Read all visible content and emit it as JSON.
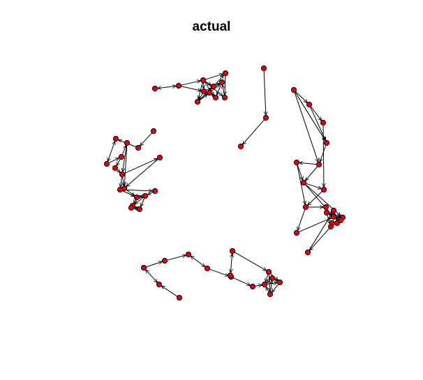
{
  "title": "actual",
  "colors": {
    "node_fill": "#e3000f",
    "node_stroke": "#000000",
    "edge": "#000000",
    "background": "#ffffff"
  },
  "graph": {
    "nodes": [
      {
        "id": "n1"
      },
      {
        "id": "n2"
      },
      {
        "id": "n3"
      },
      {
        "id": "n4"
      },
      {
        "id": "n5"
      },
      {
        "id": "n6"
      },
      {
        "id": "n7"
      },
      {
        "id": "n8"
      },
      {
        "id": "n9"
      },
      {
        "id": "n10"
      },
      {
        "id": "n11"
      },
      {
        "id": "n12"
      },
      {
        "id": "n13"
      },
      {
        "id": "n14"
      },
      {
        "id": "n15"
      },
      {
        "id": "n16"
      },
      {
        "id": "n17"
      },
      {
        "id": "n18"
      },
      {
        "id": "n19"
      },
      {
        "id": "n20"
      },
      {
        "id": "n21"
      },
      {
        "id": "n22"
      },
      {
        "id": "n23"
      },
      {
        "id": "n24"
      },
      {
        "id": "n25"
      },
      {
        "id": "n26"
      },
      {
        "id": "n27"
      },
      {
        "id": "n28"
      },
      {
        "id": "n29"
      },
      {
        "id": "n30"
      },
      {
        "id": "n31"
      },
      {
        "id": "n32"
      },
      {
        "id": "n33"
      },
      {
        "id": "n34"
      },
      {
        "id": "n35"
      },
      {
        "id": "n36"
      },
      {
        "id": "n37"
      },
      {
        "id": "n38"
      },
      {
        "id": "n39"
      },
      {
        "id": "n40"
      },
      {
        "id": "n41"
      },
      {
        "id": "n42"
      },
      {
        "id": "n43"
      },
      {
        "id": "n44"
      },
      {
        "id": "n45"
      },
      {
        "id": "n46"
      },
      {
        "id": "n47"
      },
      {
        "id": "n48"
      },
      {
        "id": "n49"
      },
      {
        "id": "n50"
      },
      {
        "id": "n51"
      },
      {
        "id": "n52"
      },
      {
        "id": "n53"
      },
      {
        "id": "n54"
      },
      {
        "id": "n55"
      },
      {
        "id": "n56"
      },
      {
        "id": "n57"
      },
      {
        "id": "n58"
      },
      {
        "id": "n59"
      },
      {
        "id": "n60"
      },
      {
        "id": "n61"
      },
      {
        "id": "n62"
      },
      {
        "id": "n63"
      },
      {
        "id": "n64"
      },
      {
        "id": "n65"
      },
      {
        "id": "n66"
      }
    ],
    "edges": [
      {
        "from": "n1",
        "to": "n2",
        "both": true
      },
      {
        "from": "n2",
        "to": "n3"
      },
      {
        "from": "n3",
        "to": "n4"
      },
      {
        "from": "n3",
        "to": "n5"
      },
      {
        "from": "n3",
        "to": "n6"
      },
      {
        "from": "n3",
        "to": "n7"
      },
      {
        "from": "n3",
        "to": "n8"
      },
      {
        "from": "n4",
        "to": "n5"
      },
      {
        "from": "n4",
        "to": "n9"
      },
      {
        "from": "n5",
        "to": "n6"
      },
      {
        "from": "n6",
        "to": "n7"
      },
      {
        "from": "n7",
        "to": "n10"
      },
      {
        "from": "n10",
        "to": "n8"
      },
      {
        "from": "n9",
        "to": "n10"
      },
      {
        "from": "n5",
        "to": "n10"
      },
      {
        "from": "n8",
        "to": "n9"
      },
      {
        "from": "n2",
        "to": "n11"
      },
      {
        "from": "n11",
        "to": "n4"
      },
      {
        "from": "n11",
        "to": "n10"
      },
      {
        "from": "n3",
        "to": "n11"
      },
      {
        "from": "n12",
        "to": "n13"
      },
      {
        "from": "n13",
        "to": "n14"
      },
      {
        "from": "n15",
        "to": "n16"
      },
      {
        "from": "n16",
        "to": "n17"
      },
      {
        "from": "n17",
        "to": "n18",
        "both": true
      },
      {
        "from": "n18",
        "to": "n19"
      },
      {
        "from": "n19",
        "to": "n20"
      },
      {
        "from": "n19",
        "to": "n21"
      },
      {
        "from": "n20",
        "to": "n22"
      },
      {
        "from": "n22",
        "to": "n23"
      },
      {
        "from": "n21",
        "to": "n22"
      },
      {
        "from": "n22",
        "to": "n24"
      },
      {
        "from": "n23",
        "to": "n24"
      },
      {
        "from": "n24",
        "to": "n25"
      },
      {
        "from": "n25",
        "to": "n26"
      },
      {
        "from": "n24",
        "to": "n27"
      },
      {
        "from": "n27",
        "to": "n28",
        "both": true
      },
      {
        "from": "n27",
        "to": "n29"
      },
      {
        "from": "n28",
        "to": "n30"
      },
      {
        "from": "n29",
        "to": "n31"
      },
      {
        "from": "n30",
        "to": "n31"
      },
      {
        "from": "n26",
        "to": "n28"
      },
      {
        "from": "n20",
        "to": "n24"
      },
      {
        "from": "n31",
        "to": "n29"
      },
      {
        "from": "n28",
        "to": "n29"
      },
      {
        "from": "n25",
        "to": "n27"
      },
      {
        "from": "n30",
        "to": "n29"
      },
      {
        "from": "n22",
        "to": "n25"
      },
      {
        "from": "n32",
        "to": "n33"
      },
      {
        "from": "n33",
        "to": "n34"
      },
      {
        "from": "n32",
        "to": "n35"
      },
      {
        "from": "n33",
        "to": "n35"
      },
      {
        "from": "n35",
        "to": "n36"
      },
      {
        "from": "n36",
        "to": "n37"
      },
      {
        "from": "n37",
        "to": "n38"
      },
      {
        "from": "n36",
        "to": "n38"
      },
      {
        "from": "n38",
        "to": "n39"
      },
      {
        "from": "n37",
        "to": "n40"
      },
      {
        "from": "n39",
        "to": "n40"
      },
      {
        "from": "n40",
        "to": "n41"
      },
      {
        "from": "n41",
        "to": "n42"
      },
      {
        "from": "n40",
        "to": "n43"
      },
      {
        "from": "n43",
        "to": "n44"
      },
      {
        "from": "n44",
        "to": "n42"
      },
      {
        "from": "n42",
        "to": "n45"
      },
      {
        "from": "n45",
        "to": "n44"
      },
      {
        "from": "n42",
        "to": "n46"
      },
      {
        "from": "n46",
        "to": "n47"
      },
      {
        "from": "n38",
        "to": "n44"
      },
      {
        "from": "n38",
        "to": "n45"
      },
      {
        "from": "n34",
        "to": "n39"
      },
      {
        "from": "n32",
        "to": "n36"
      },
      {
        "from": "n47",
        "to": "n48"
      },
      {
        "from": "n48",
        "to": "n44"
      },
      {
        "from": "n49",
        "to": "n50"
      },
      {
        "from": "n49",
        "to": "n51"
      },
      {
        "from": "n50",
        "to": "n51"
      },
      {
        "from": "n49",
        "to": "n48"
      },
      {
        "from": "n50",
        "to": "n44"
      },
      {
        "from": "n52",
        "to": "n53"
      },
      {
        "from": "n53",
        "to": "n54",
        "both": true
      },
      {
        "from": "n54",
        "to": "n55"
      },
      {
        "from": "n55",
        "to": "n56"
      },
      {
        "from": "n56",
        "to": "n57",
        "both": true
      },
      {
        "from": "n57",
        "to": "n58"
      },
      {
        "from": "n58",
        "to": "n59"
      },
      {
        "from": "n60",
        "to": "n61"
      },
      {
        "from": "n61",
        "to": "n62"
      },
      {
        "from": "n62",
        "to": "n63"
      },
      {
        "from": "n63",
        "to": "n64"
      },
      {
        "from": "n64",
        "to": "n62"
      },
      {
        "from": "n61",
        "to": "n63"
      },
      {
        "from": "n63",
        "to": "n65"
      },
      {
        "from": "n65",
        "to": "n62"
      },
      {
        "from": "n64",
        "to": "n65"
      },
      {
        "from": "n66",
        "to": "n60",
        "both": true
      },
      {
        "from": "n59",
        "to": "n62"
      },
      {
        "from": "n61",
        "to": "n64"
      }
    ]
  }
}
